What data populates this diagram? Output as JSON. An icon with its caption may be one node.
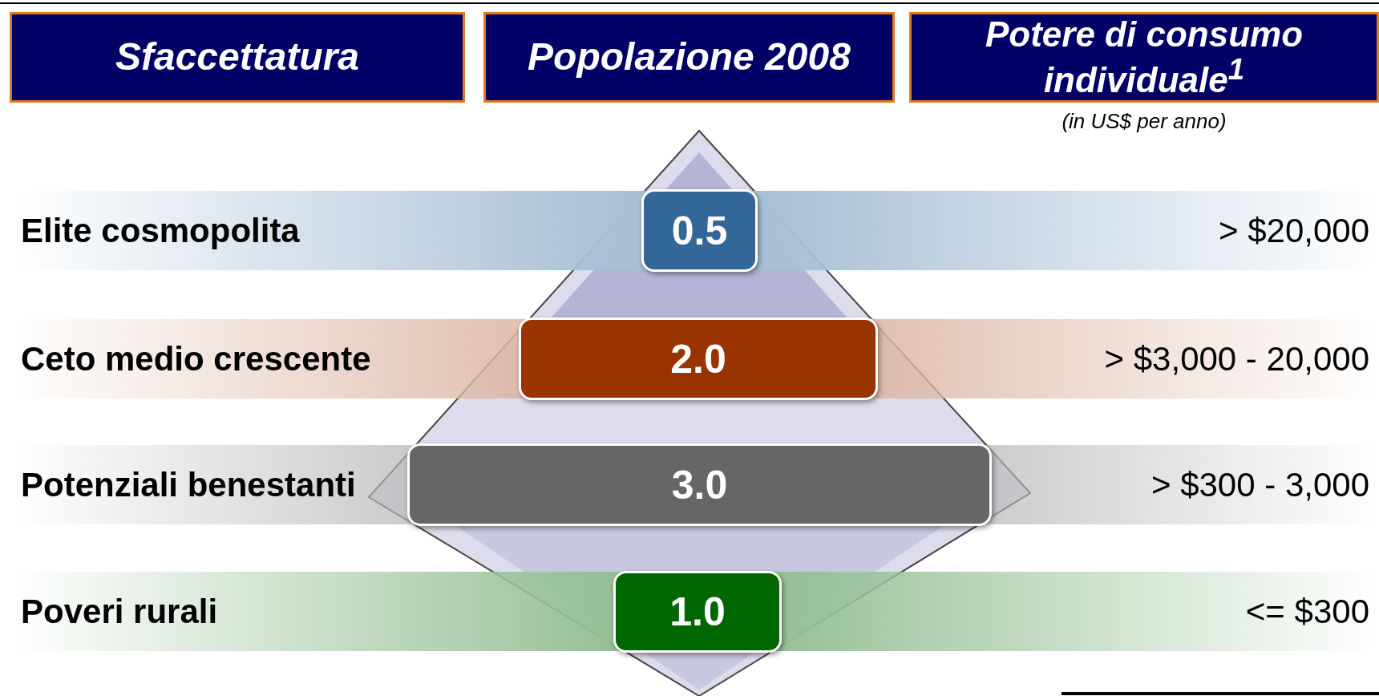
{
  "diagram": {
    "nodes": [
      {
        "text": [
          "Sfaccettatura"
        ]
      },
      {
        "text": [
          "Popolazione 2008"
        ]
      },
      {
        "text": [
          "Potere di consumo individuale$^{1}$"
        ],
        "beside": [
          "(in US$ per anno)"
        ]
      },
      {
        "text": [
          "Elite cosmopolita",
          "> $20,000"
        ]
      },
      {
        "text": [
          "Ceto medio crescente",
          "> $3,000 - 20,000"
        ]
      },
      {
        "text": [
          "Potenziali benestanti",
          "> $300 - 3,000"
        ]
      },
      {
        "text": [
          "Poveri rurali",
          "<= $300"
        ]
      },
      {
        "text": [
          "0.5"
        ],
        "in": 3
      },
      {
        "text": [
          "2.0"
        ],
        "in": 4
      },
      {
        "text": [
          "3.0"
        ],
        "in": 5
      },
      {
        "text": [
          "1.0"
        ],
        "in": 6
      }
    ],
    "edges": []
  }
}
